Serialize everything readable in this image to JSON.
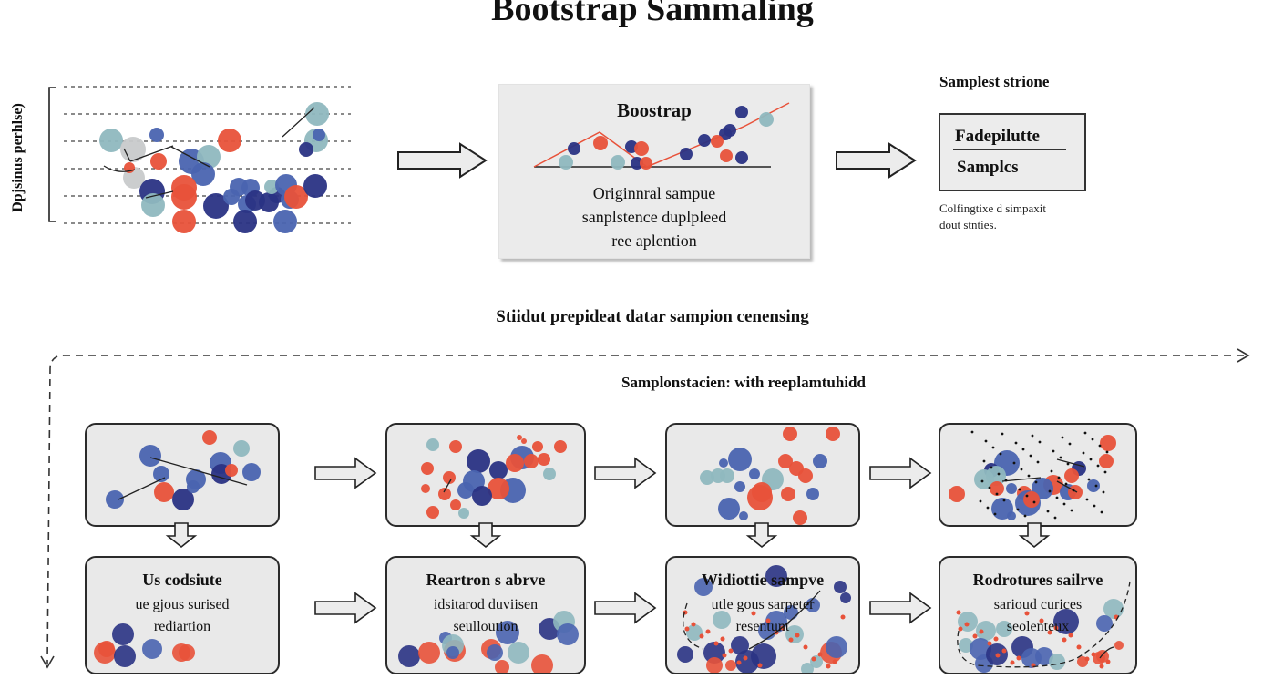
{
  "title": "Bootstrap Sammaling",
  "top_left": {
    "ylabel": "Dpjsinus perhlse)"
  },
  "bootstrap_panel": {
    "title": "Boostrap",
    "caption_lines": [
      "Originnral sampue",
      "sanplstence duplpleed",
      "ree aplention"
    ]
  },
  "samples_panel": {
    "heading": "Samplest strione",
    "box_line1": "Fadepilutte",
    "box_line2": "Samplcs",
    "note_lines": [
      "Colfingtixe d simpaxit",
      "dout stnties."
    ]
  },
  "middle_heading": "Stiidut prepideat datar sampion cenensing",
  "sub_heading": "Samplonstacien: with reeplamtuhidd",
  "bottom_boxes": [
    {
      "title": "Us codsiute",
      "lines": [
        "ue gjous surised",
        "rediartion"
      ]
    },
    {
      "title": "Reartron s abrve",
      "lines": [
        "idsitarod duviisen",
        "seulloution"
      ]
    },
    {
      "title": "Widiottie sampve",
      "lines": [
        "utle gous sarpeter",
        "resentunt"
      ]
    },
    {
      "title": "Rodrotures sailrve",
      "lines": [
        "sarioud curices",
        "seolenteux"
      ]
    }
  ],
  "colors": {
    "red": "#e8523a",
    "navy": "#2a3384",
    "blue": "#4a64b0",
    "teal": "#8fb8bf",
    "grey": "#c8cacb",
    "panel": "#ebebeb",
    "outline": "#2b2b2b"
  }
}
